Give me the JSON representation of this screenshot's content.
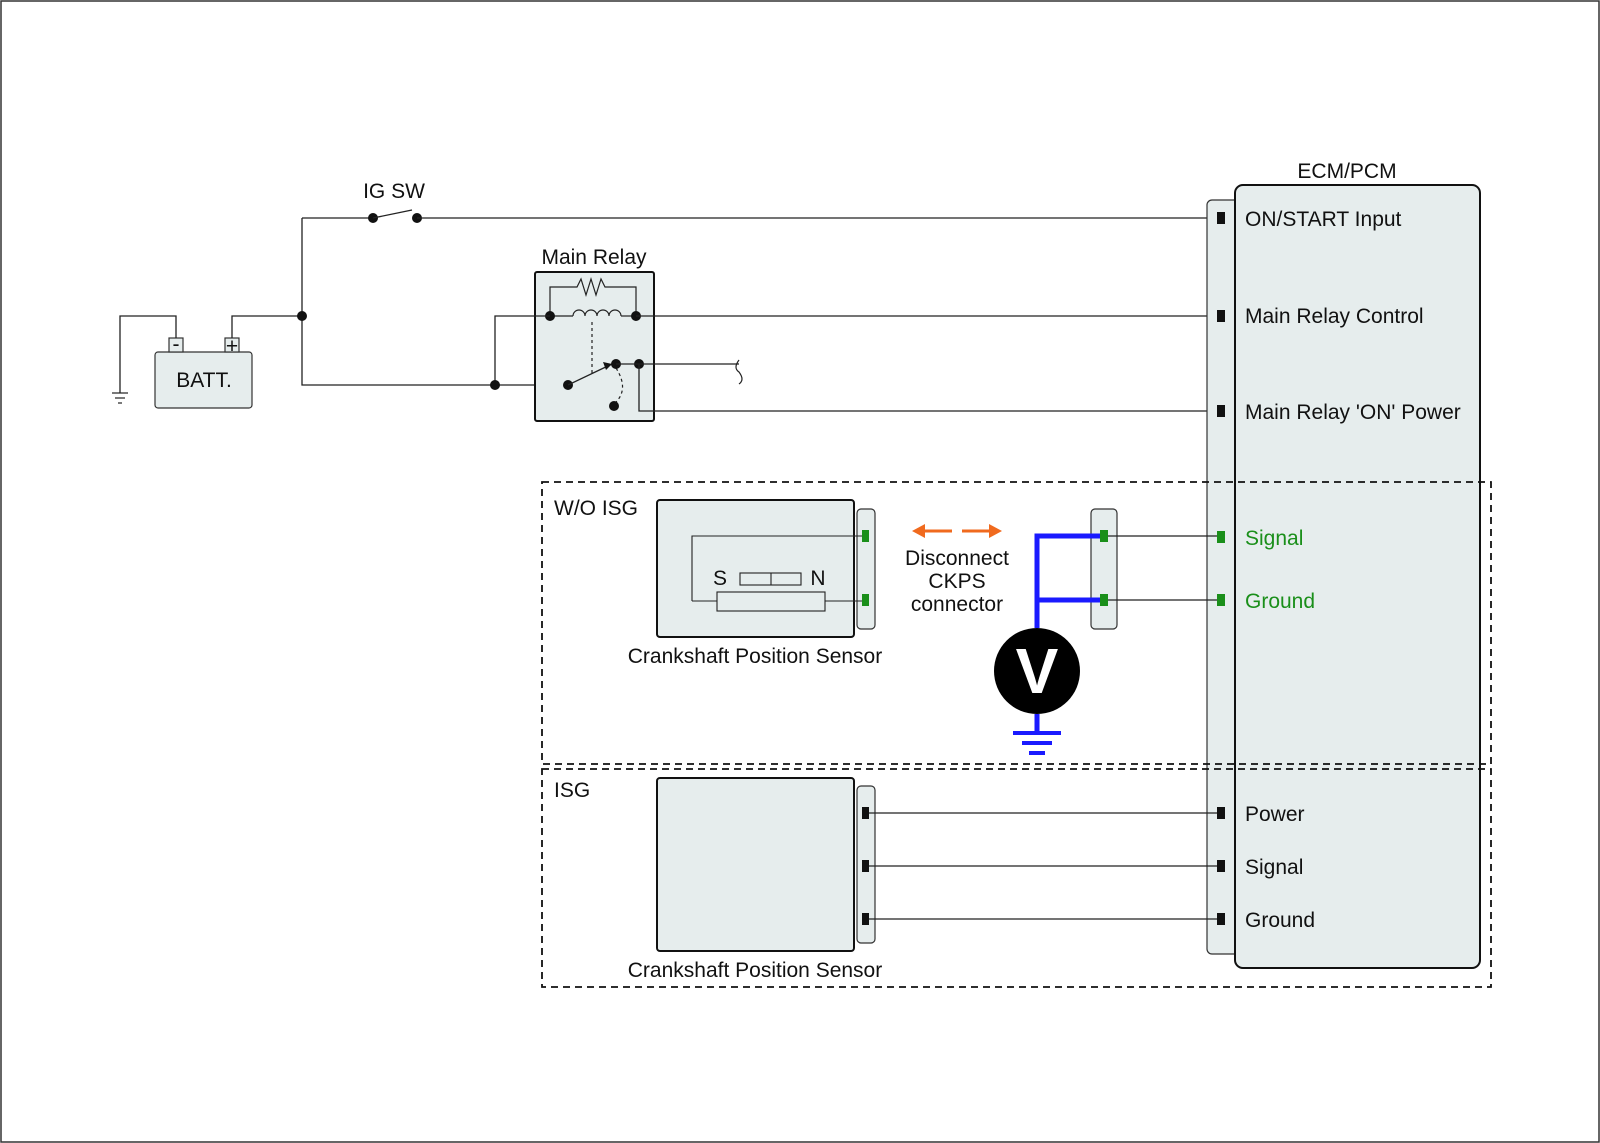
{
  "labels": {
    "ig_switch": "IG SW",
    "main_relay": "Main Relay",
    "battery": "BATT.",
    "battery_minus": "-",
    "battery_plus": "+",
    "ecm": "ECM/PCM",
    "pin_on_start": "ON/START Input",
    "pin_main_relay_control": "Main Relay Control",
    "pin_main_relay_on_power": "Main Relay 'ON' Power",
    "group_wo_isg": "W/O ISG",
    "pin_signal_wo_isg": "Signal",
    "pin_ground_wo_isg": "Ground",
    "sensor_pole_s": "S",
    "sensor_pole_n": "N",
    "sensor_wo_isg": "Crankshaft Position Sensor",
    "disconnect_line1": "Disconnect",
    "disconnect_line2": "CKPS",
    "disconnect_line3": "connector",
    "voltmeter": "V",
    "group_isg": "ISG",
    "pin_power_isg": "Power",
    "pin_signal_isg": "Signal",
    "pin_ground_isg": "Ground",
    "sensor_isg": "Crankshaft Position Sensor"
  },
  "colors": {
    "wire": "#222222",
    "highlight_pin": "#1a8f1a",
    "measurement_wire": "#1a1aff",
    "disconnect_arrow": "#f06a1e",
    "component_fill": "#e6eded"
  }
}
